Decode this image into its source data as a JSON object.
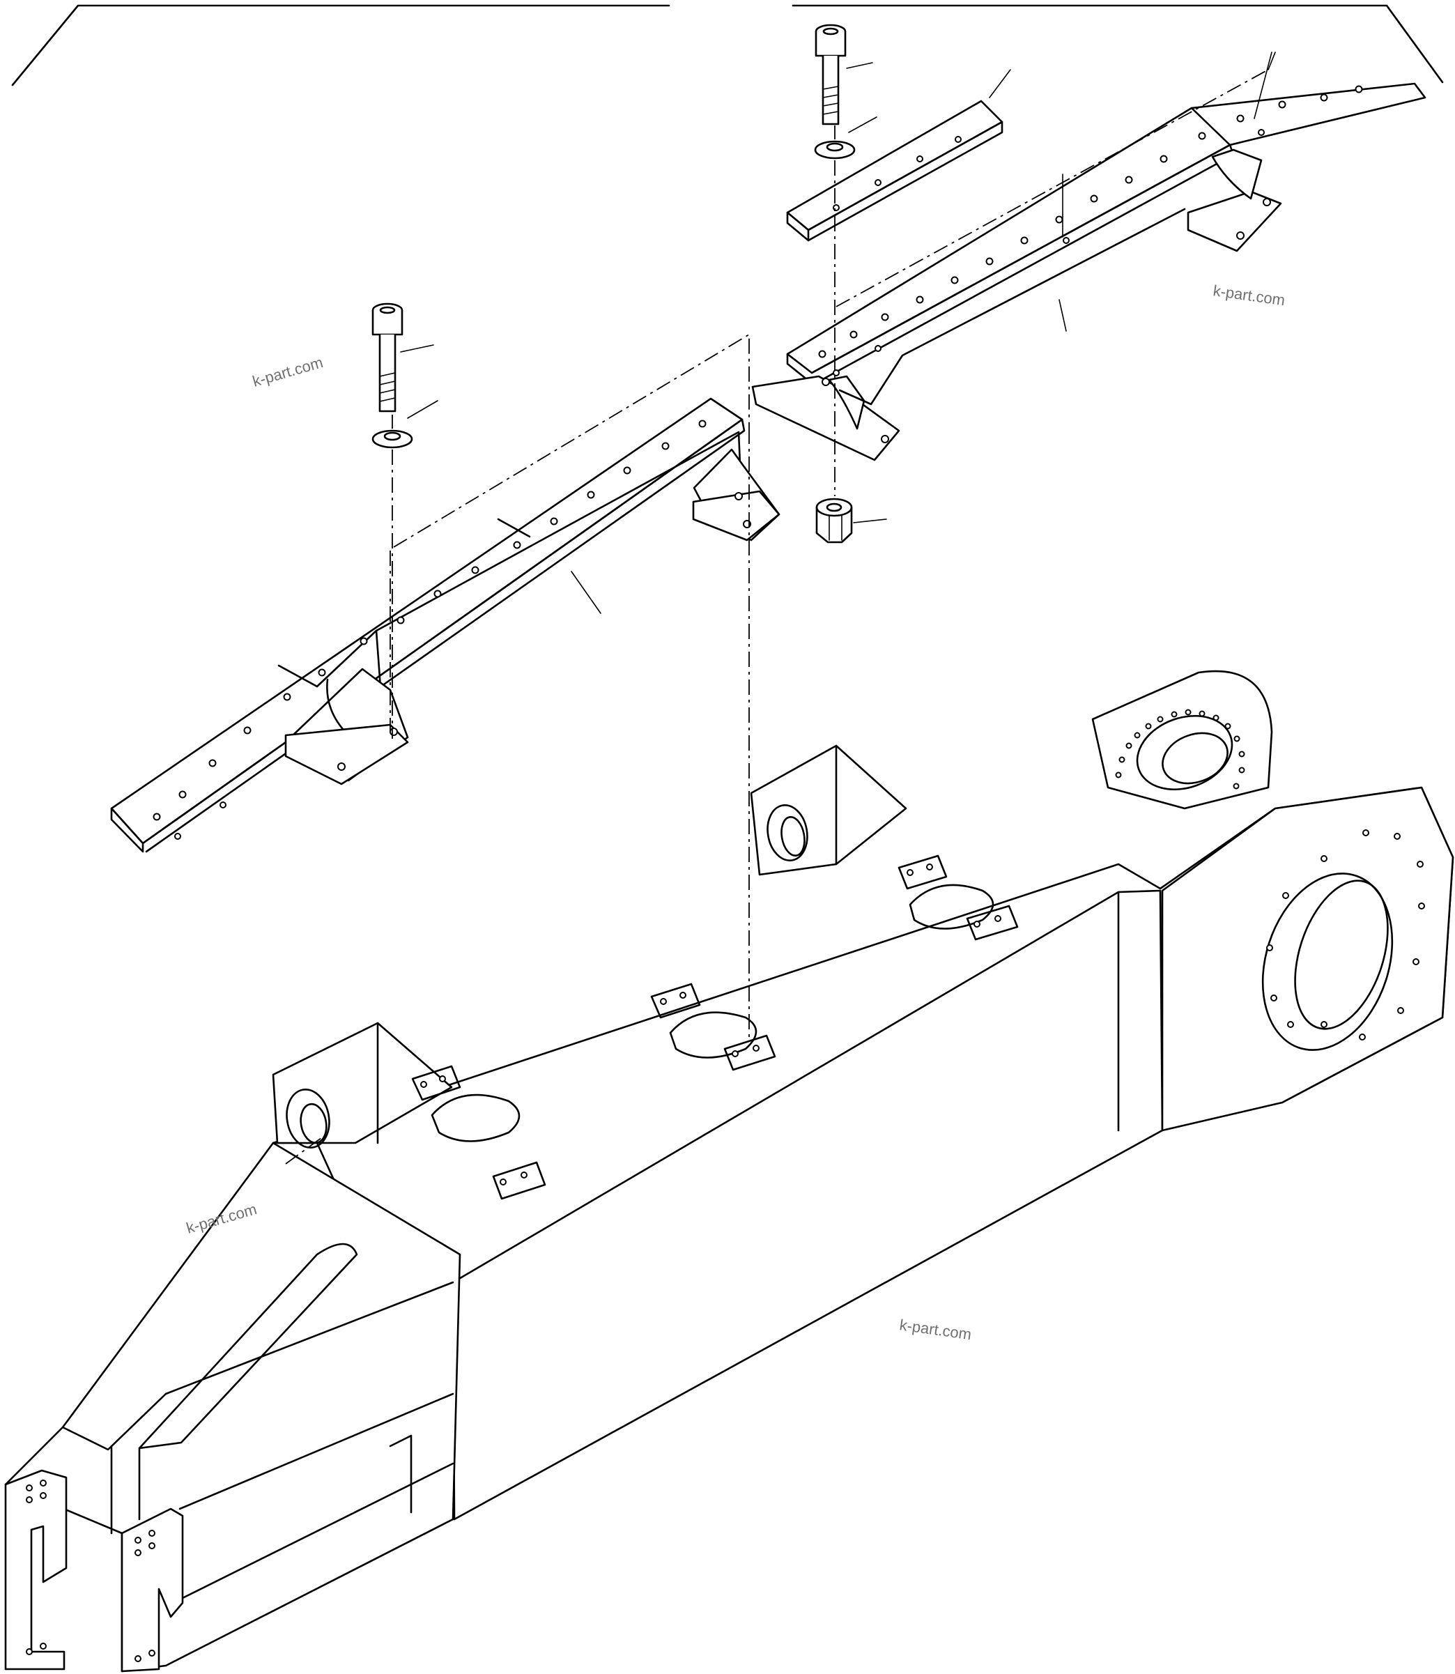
{
  "watermarks": [
    {
      "id": "wm-left",
      "text": "k-part.com"
    },
    {
      "id": "wm-right",
      "text": "k-part.com"
    },
    {
      "id": "wm-lower-left",
      "text": "k-part.com"
    },
    {
      "id": "wm-center",
      "text": "k-part.com"
    }
  ]
}
